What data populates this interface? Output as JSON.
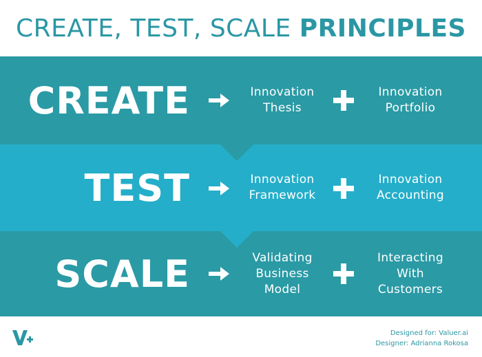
{
  "title": {
    "part1": "CREATE, TEST, SCALE ",
    "part2": "PRINCIPLES"
  },
  "rows": [
    {
      "word": "CREATE",
      "first": "Innovation\nThesis",
      "second": "Innovation\nPortfolio"
    },
    {
      "word": "TEST",
      "first": "Innovation\nFramework",
      "second": "Innovation\nAccounting"
    },
    {
      "word": "SCALE",
      "first": "Validating\nBusiness\nModel",
      "second": "Interacting\nWith\nCustomers"
    }
  ],
  "footer": {
    "logo_icon": "valuer-logo-icon",
    "designed_for": "Designed for: Valuer.ai",
    "designer": "Designer: Adrianna Rokosa"
  },
  "colors": {
    "title": "#2b97a4",
    "band_dark": "#2a9aa5",
    "band_light": "#24aec9",
    "text_on_band": "#ffffff"
  }
}
